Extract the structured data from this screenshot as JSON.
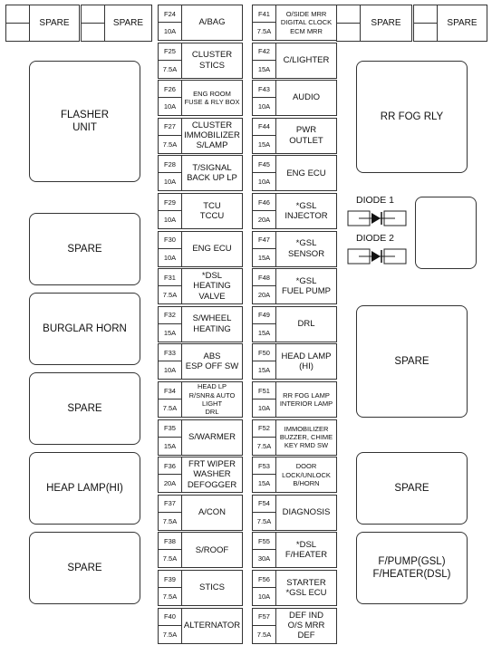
{
  "top_spares": [
    {
      "label": "SPARE"
    },
    {
      "label": "SPARE"
    },
    {
      "label": "SPARE"
    },
    {
      "label": "SPARE"
    }
  ],
  "left_relays": [
    {
      "label": "FLASHER\nUNIT"
    },
    {
      "label": "SPARE"
    },
    {
      "label": "BURGLAR HORN"
    },
    {
      "label": "SPARE"
    },
    {
      "label": "HEAP LAMP(HI)"
    },
    {
      "label": "SPARE"
    }
  ],
  "right_relays": [
    {
      "label": "RR FOG RLY"
    },
    {
      "label": ""
    },
    {
      "label": "SPARE"
    },
    {
      "label": "SPARE"
    },
    {
      "label": "F/PUMP(GSL)\nF/HEATER(DSL)"
    }
  ],
  "diodes": [
    {
      "label": "DIODE 1"
    },
    {
      "label": "DIODE 2"
    }
  ],
  "left_fuses": [
    {
      "id": "F24",
      "amp": "10A",
      "desc": "A/BAG"
    },
    {
      "id": "F25",
      "amp": "7.5A",
      "desc": "CLUSTER\nSTICS"
    },
    {
      "id": "F26",
      "amp": "10A",
      "desc": "ENG ROOM\nFUSE & RLY BOX"
    },
    {
      "id": "F27",
      "amp": "7.5A",
      "desc": "CLUSTER\nIMMOBILIZER\nS/LAMP"
    },
    {
      "id": "F28",
      "amp": "10A",
      "desc": "T/SIGNAL\nBACK UP LP"
    },
    {
      "id": "F29",
      "amp": "10A",
      "desc": "TCU\nTCCU"
    },
    {
      "id": "F30",
      "amp": "10A",
      "desc": "ENG ECU"
    },
    {
      "id": "F31",
      "amp": "7.5A",
      "desc": "*DSL\nHEATING\nVALVE"
    },
    {
      "id": "F32",
      "amp": "15A",
      "desc": "S/WHEEL\nHEATING"
    },
    {
      "id": "F33",
      "amp": "10A",
      "desc": "ABS\nESP OFF SW"
    },
    {
      "id": "F34",
      "amp": "7.5A",
      "desc": "HEAD LP\nR/SNR& AUTO LIGHT\nDRL"
    },
    {
      "id": "F35",
      "amp": "15A",
      "desc": "S/WARMER"
    },
    {
      "id": "F36",
      "amp": "20A",
      "desc": "FRT WIPER\nWASHER\nDEFOGGER"
    },
    {
      "id": "F37",
      "amp": "7.5A",
      "desc": "A/CON"
    },
    {
      "id": "F38",
      "amp": "7.5A",
      "desc": "S/ROOF"
    },
    {
      "id": "F39",
      "amp": "7.5A",
      "desc": "STICS"
    },
    {
      "id": "F40",
      "amp": "7.5A",
      "desc": "ALTERNATOR"
    }
  ],
  "right_fuses": [
    {
      "id": "F41",
      "amp": "7.5A",
      "desc": "O/SIDE MRR\nDIGITAL CLOCK\nECM MRR"
    },
    {
      "id": "F42",
      "amp": "15A",
      "desc": "C/LIGHTER"
    },
    {
      "id": "F43",
      "amp": "10A",
      "desc": "AUDIO"
    },
    {
      "id": "F44",
      "amp": "15A",
      "desc": "PWR OUTLET"
    },
    {
      "id": "F45",
      "amp": "10A",
      "desc": "ENG ECU"
    },
    {
      "id": "F46",
      "amp": "20A",
      "desc": "*GSL\nINJECTOR"
    },
    {
      "id": "F47",
      "amp": "15A",
      "desc": "*GSL\nSENSOR"
    },
    {
      "id": "F48",
      "amp": "20A",
      "desc": "*GSL\nFUEL PUMP"
    },
    {
      "id": "F49",
      "amp": "15A",
      "desc": "DRL"
    },
    {
      "id": "F50",
      "amp": "15A",
      "desc": "HEAD LAMP\n(HI)"
    },
    {
      "id": "F51",
      "amp": "10A",
      "desc": "RR FOG LAMP\nINTERIOR LAMP"
    },
    {
      "id": "F52",
      "amp": "7.5A",
      "desc": "IMMOBILIZER\nBUZZER, CHIME\nKEY RMD SW"
    },
    {
      "id": "F53",
      "amp": "15A",
      "desc": "DOOR LOCK/UNLOCK\nB/HORN"
    },
    {
      "id": "F54",
      "amp": "7.5A",
      "desc": "DIAGNOSIS"
    },
    {
      "id": "F55",
      "amp": "30A",
      "desc": "*DSL\nF/HEATER"
    },
    {
      "id": "F56",
      "amp": "10A",
      "desc": "STARTER\n*GSL ECU"
    },
    {
      "id": "F57",
      "amp": "7.5A",
      "desc": "DEF IND\nO/S MRR DEF"
    }
  ]
}
